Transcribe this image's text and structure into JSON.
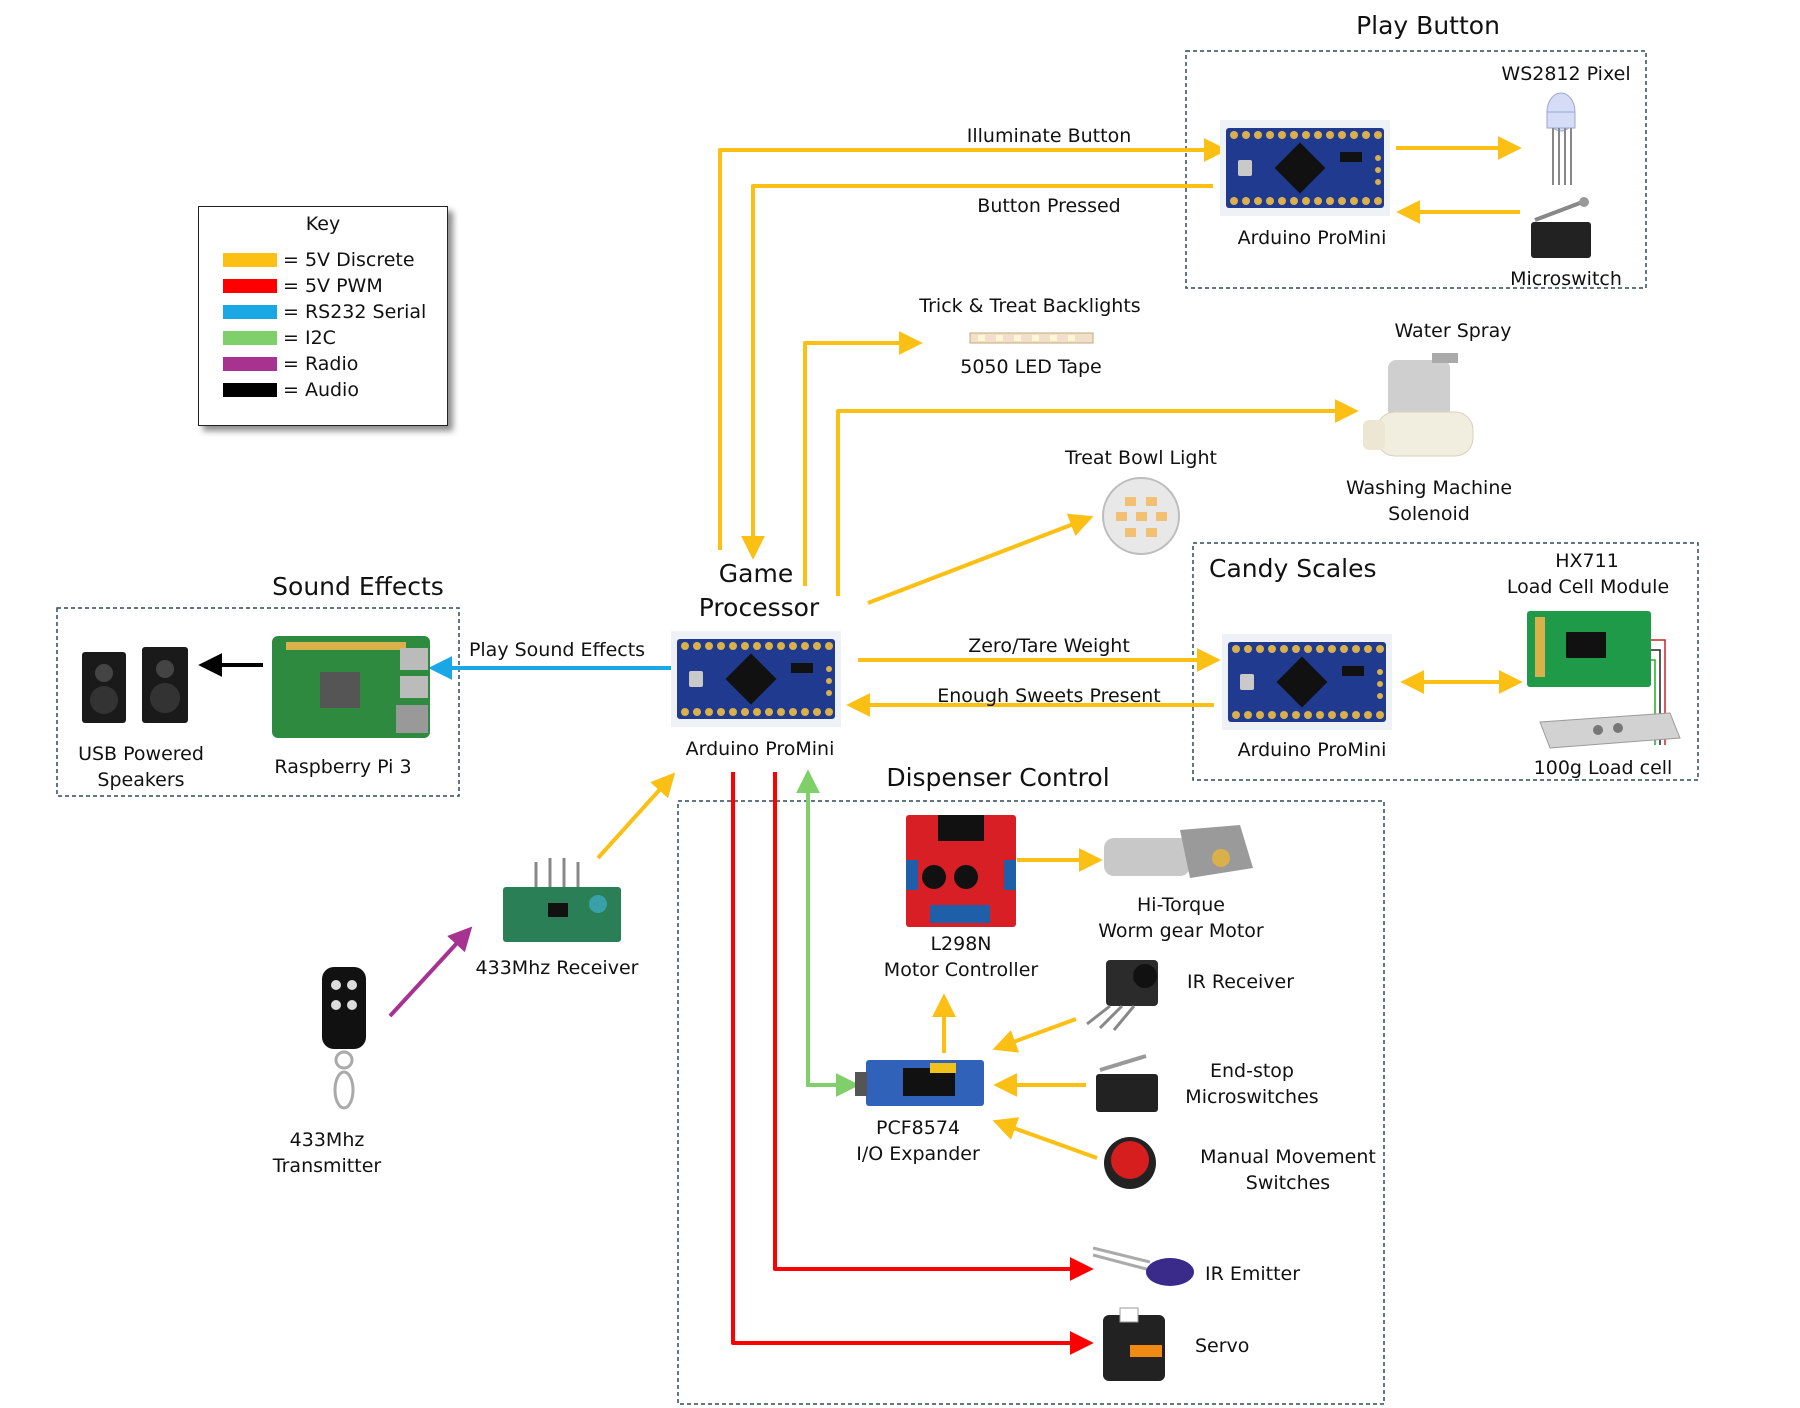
{
  "key": {
    "title": "Key",
    "items": [
      {
        "label": "= 5V Discrete",
        "color": "#fcbf13"
      },
      {
        "label": "= 5V PWM",
        "color": "#ff0000"
      },
      {
        "label": "= RS232 Serial",
        "color": "#1aa7e6"
      },
      {
        "label": "= I2C",
        "color": "#7fd06b"
      },
      {
        "label": "= Radio",
        "color": "#a7328f"
      },
      {
        "label": "= Audio",
        "color": "#000000"
      }
    ]
  },
  "groups": {
    "play_button": "Play Button",
    "sound_effects": "Sound Effects",
    "candy_scales": "Candy Scales",
    "dispenser_control": "Dispenser Control"
  },
  "nodes": {
    "game_processor_title": "Game\nProcessor",
    "game_processor_line1": "Game",
    "game_processor_line2": "Processor",
    "main_mcu": "Arduino ProMini",
    "play_mcu": "Arduino ProMini",
    "scales_mcu": "Arduino ProMini",
    "ws2812": "WS2812 Pixel",
    "microswitch": "Microswitch",
    "led_tape_title": "Trick & Treat Backlights",
    "led_tape": "5050 LED Tape",
    "water_spray": "Water Spray",
    "solenoid_1": "Washing Machine",
    "solenoid_2": "Solenoid",
    "treat_bowl": "Treat Bowl Light",
    "hx711_1": "HX711",
    "hx711_2": "Load Cell Module",
    "load_cell": "100g Load cell",
    "speakers_1": "USB Powered",
    "speakers_2": "Speakers",
    "raspberry": "Raspberry Pi 3",
    "receiver": "433Mhz Receiver",
    "transmitter_1": "433Mhz",
    "transmitter_2": "Transmitter",
    "l298n_1": "L298N",
    "l298n_2": "Motor Controller",
    "motor_1": "Hi-Torque",
    "motor_2": "Worm gear Motor",
    "ir_receiver": "IR Receiver",
    "endstop_1": "End-stop",
    "endstop_2": "Microswitches",
    "pcf_1": "PCF8574",
    "pcf_2": "I/O Expander",
    "manual_1": "Manual Movement",
    "manual_2": "Switches",
    "ir_emitter": "IR Emitter",
    "servo": "Servo"
  },
  "signals": {
    "illuminate": "Illuminate Button",
    "pressed": "Button Pressed",
    "play_sound": "Play Sound Effects",
    "zero_tare": "Zero/Tare Weight",
    "enough": "Enough Sweets Present"
  }
}
